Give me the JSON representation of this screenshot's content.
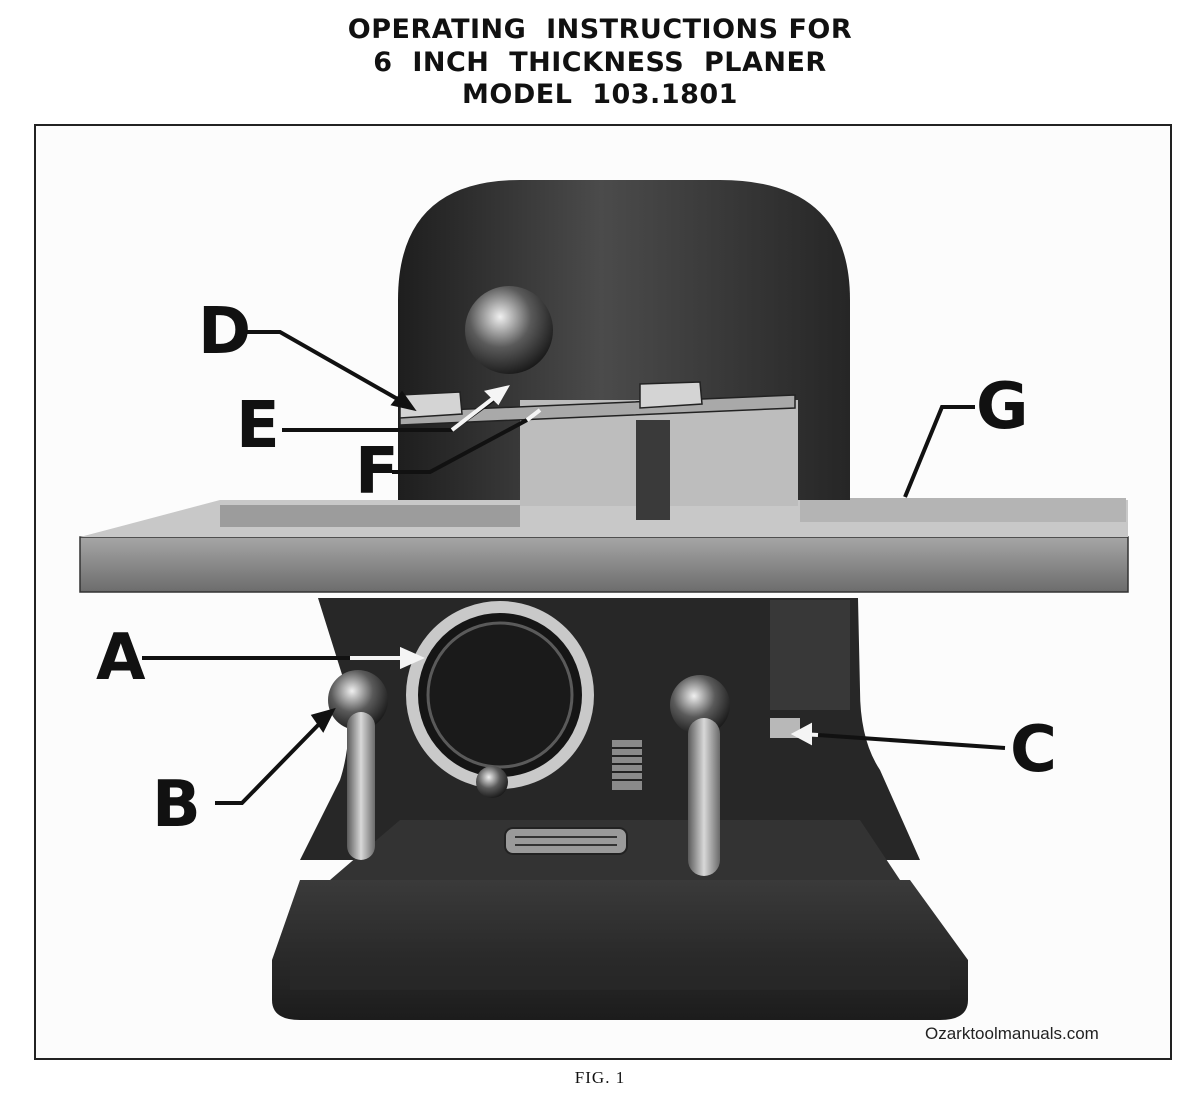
{
  "heading": {
    "line1": "OPERATING  INSTRUCTIONS FOR",
    "line2": "6  INCH  THICKNESS  PLANER",
    "line3": "MODEL  103.1801"
  },
  "callouts": {
    "a": "A",
    "b": "B",
    "c": "C",
    "d": "D",
    "e": "E",
    "f": "F",
    "g": "G"
  },
  "watermark": "Ozarktoolmanuals.com",
  "caption": "FIG.  1",
  "colors": {
    "machine_dark": "#2c2c2c",
    "machine_mid": "#4a4a4a",
    "table_gray": "#8a8a8a",
    "metal_light": "#cfcfcf"
  }
}
